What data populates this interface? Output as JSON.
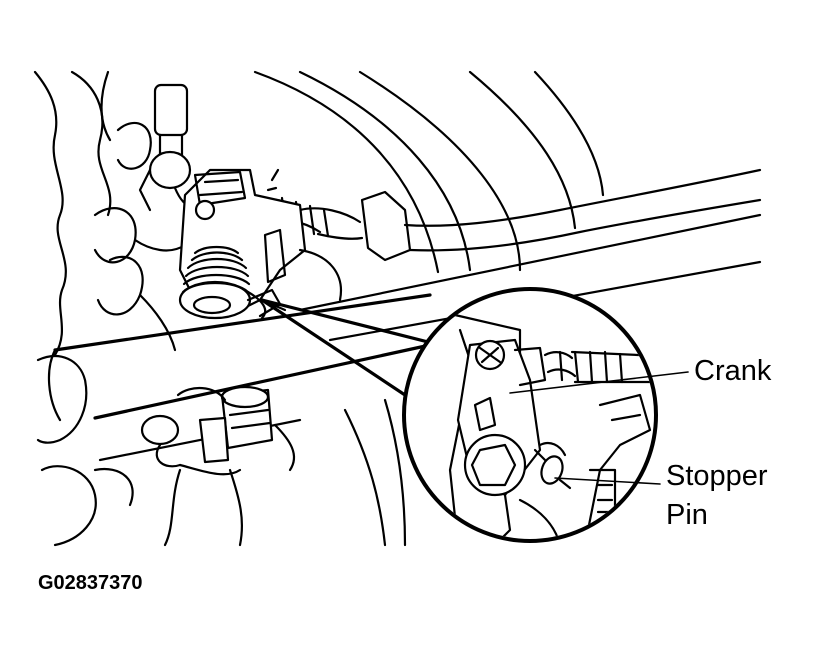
{
  "figure_code": "G02837370",
  "callouts": {
    "crank": "Crank",
    "stopper_pin_line1": "Stopper",
    "stopper_pin_line2": "Pin"
  }
}
